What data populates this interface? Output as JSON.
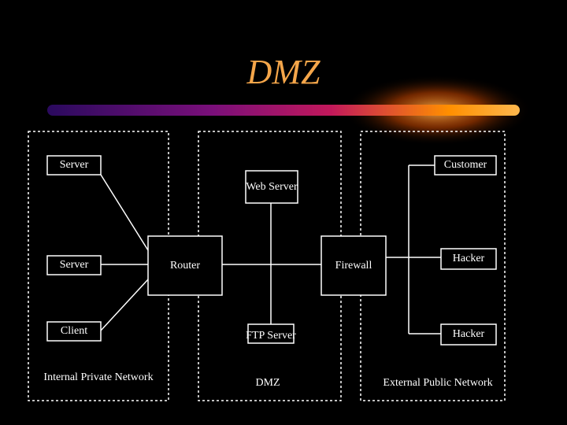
{
  "title": "DMZ",
  "colors": {
    "background": "#000000",
    "title": "#f5a64a",
    "bar_start": "#6b0f8a",
    "bar_mid": "#c2185b",
    "bar_end": "#ff9800",
    "lines": "#ffffff"
  },
  "zones": {
    "internal": "Internal Private Network",
    "dmz": "DMZ",
    "external": "External Public Network"
  },
  "nodes": {
    "server_top": "Server",
    "server_mid": "Server",
    "client": "Client",
    "router": "Router",
    "web_server": "Web Server",
    "firewall": "Firewall",
    "ftp_server": "FTP Server",
    "customer": "Customer",
    "hacker_top": "Hacker",
    "hacker_bottom": "Hacker"
  }
}
